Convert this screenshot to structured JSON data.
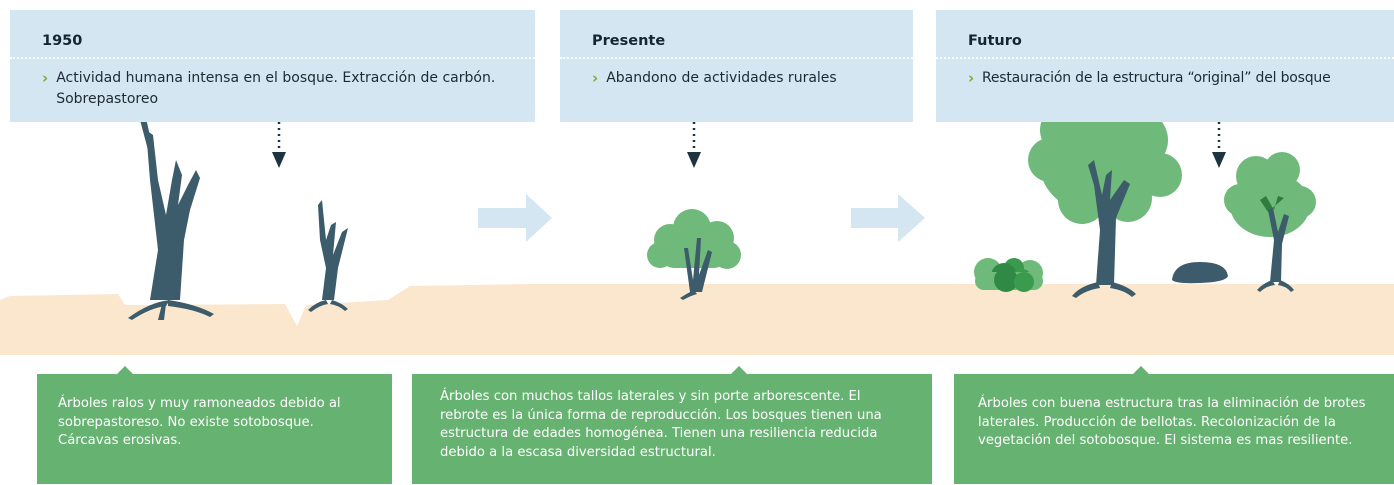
{
  "stages": [
    {
      "title": "1950",
      "bullet": "Actividad humana intensa en el bosque. Extracción de carbón. Sobrepastoreo",
      "description": "Árboles ralos y muy ramoneados debido al sobrepastoreso. No existe sotobosque. Cárcavas erosivas."
    },
    {
      "title": "Presente",
      "bullet": "Abandono de actividades rurales",
      "description": "Árboles con muchos tallos laterales y sin porte arborescente. El rebrote es la única forma de reproducción. Los bosques tienen una estructura de edades homogénea. Tienen una resiliencia reducida debido a la escasa diversidad estructural."
    },
    {
      "title": "Futuro",
      "bullet": "Restauración de la estructura “original” del bosque",
      "description": "Árboles con buena estructura tras la eliminación de brotes laterales. Producción de bellotas. Recolonización de la vegetación del sotobosque. El sistema es mas resiliente."
    }
  ],
  "colors": {
    "header_bg": "#d4e6f1",
    "ground": "#fbe7cd",
    "trunk": "#3c5b6b",
    "foliage_light": "#6fba7a",
    "foliage_dark": "#3a9a4e",
    "description_bg": "#66b271",
    "arrow": "#d4e6f1",
    "bullet": "#7aaa2e"
  }
}
